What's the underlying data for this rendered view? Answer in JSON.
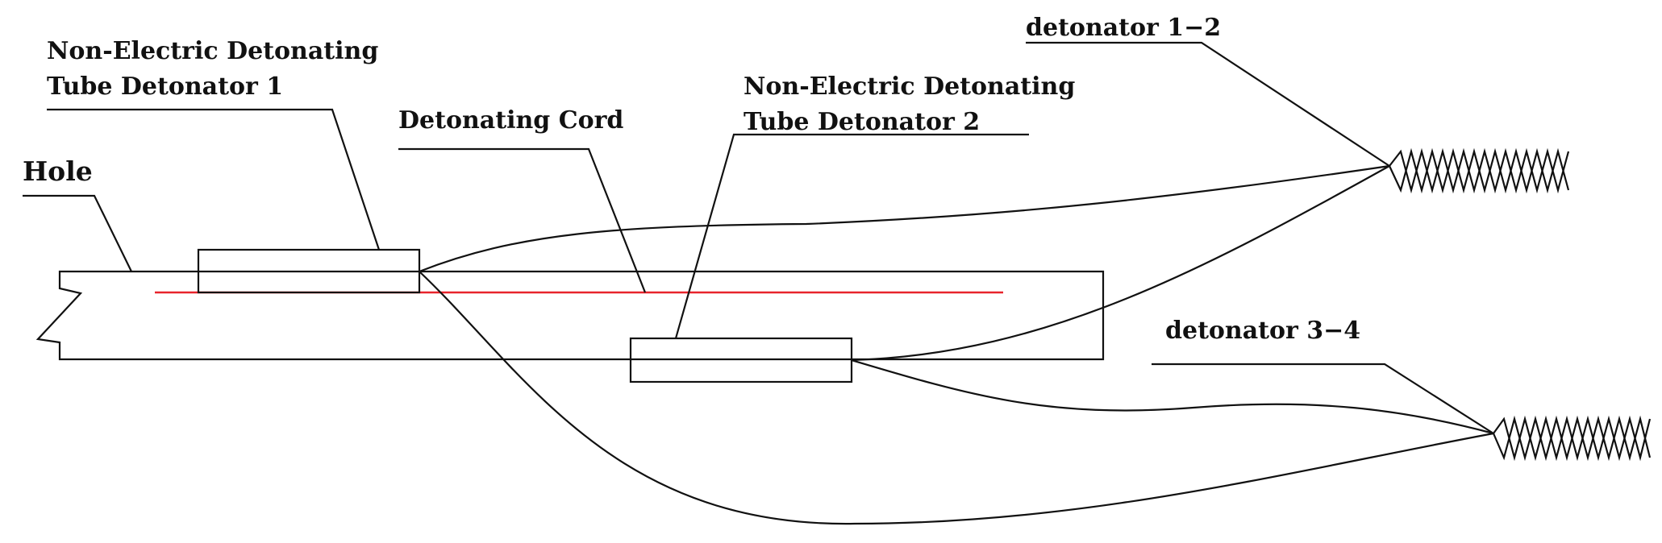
{
  "labels": {
    "hole": "Hole",
    "tube_detonator_1_line1": "Non-Electric Detonating",
    "tube_detonator_1_line2": "Tube Detonator 1",
    "detonating_cord": "Detonating Cord",
    "tube_detonator_2_line1": "Non-Electric Detonating",
    "tube_detonator_2_line2": "Tube Detonator 2",
    "detonator_1_2": "detonator 1−2",
    "detonator_3_4": "detonator 3−4"
  },
  "colors": {
    "line": "#111111",
    "detonating_cord": "#e8242c",
    "background": "#ffffff"
  }
}
